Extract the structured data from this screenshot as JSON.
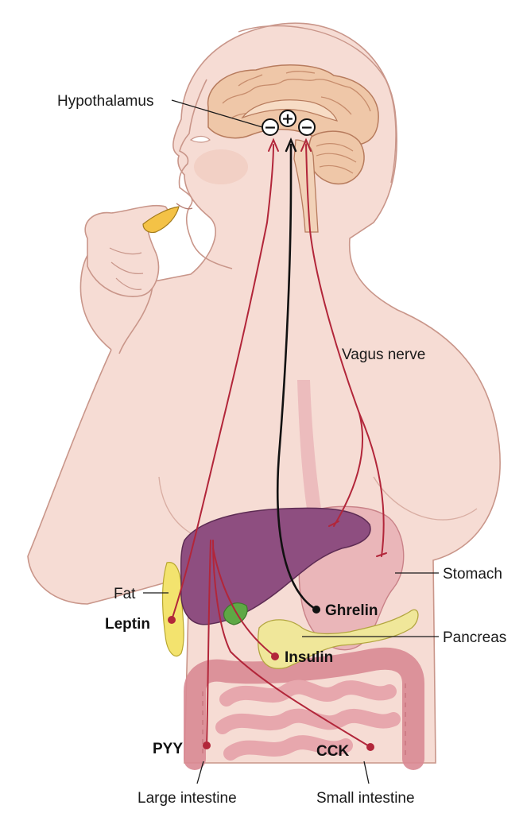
{
  "labels": {
    "hypothalamus": "Hypothalamus",
    "vagus_nerve": "Vagus nerve",
    "stomach": "Stomach",
    "pancreas": "Pancreas",
    "fat": "Fat",
    "leptin": "Leptin",
    "ghrelin": "Ghrelin",
    "insulin": "Insulin",
    "pyy": "PYY",
    "cck": "CCK",
    "large_intestine": "Large intestine",
    "small_intestine": "Small intestine"
  },
  "hypothalamus_inputs": {
    "left": "−",
    "center": "+",
    "right": "−"
  },
  "colors": {
    "skin": "#f6dcd4",
    "skin_outline": "#c9968a",
    "brain": "#efc7a8",
    "liver": "#8e4e80",
    "stomach": "#eab6b9",
    "intestine": "#e7a7ad",
    "pancreas": "#f0e79a",
    "fat": "#f3e36e",
    "gallbladder": "#5ea845",
    "signal_inhibit": "#b2263a",
    "signal_stimulate": "#111111"
  }
}
